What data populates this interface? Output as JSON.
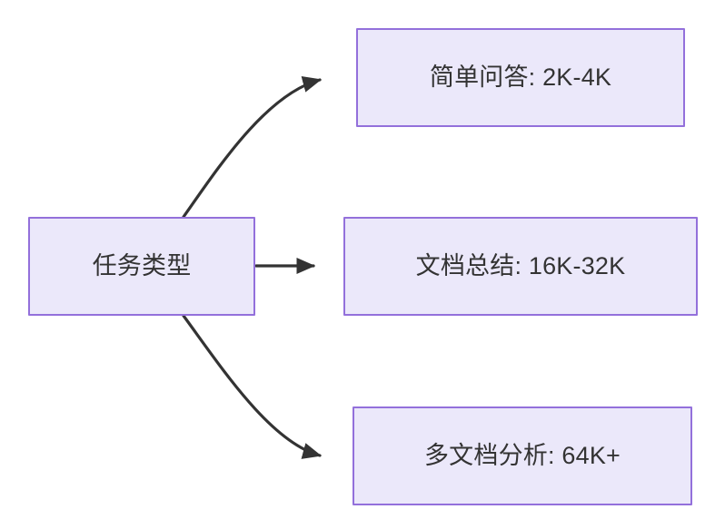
{
  "diagram": {
    "type": "flowchart",
    "direction": "left-to-right",
    "background_color": "#ffffff",
    "node_fill_color": "#ebe8fa",
    "node_border_color": "#9370db",
    "node_text_color": "#333333",
    "edge_color": "#333333",
    "nodes": [
      {
        "id": "source",
        "label": "任务类型",
        "role": "root"
      },
      {
        "id": "simple-qa",
        "label": "简单问答: 2K-4K",
        "role": "leaf"
      },
      {
        "id": "doc-summary",
        "label": "文档总结: 16K-32K",
        "role": "leaf"
      },
      {
        "id": "multi-doc",
        "label": "多文档分析: 64K+",
        "role": "leaf"
      }
    ],
    "edges": [
      {
        "from": "source",
        "to": "simple-qa",
        "style": "curved",
        "arrow": "arrowhead-icon"
      },
      {
        "from": "source",
        "to": "doc-summary",
        "style": "straight",
        "arrow": "arrowhead-icon"
      },
      {
        "from": "source",
        "to": "multi-doc",
        "style": "curved",
        "arrow": "arrowhead-icon"
      }
    ]
  }
}
